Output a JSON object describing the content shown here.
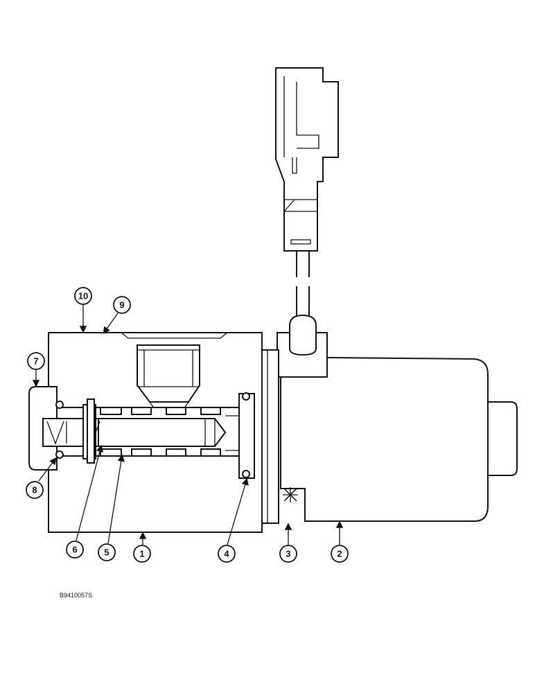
{
  "figure_id": "B9410057S",
  "callouts": [
    {
      "id": "callout-1",
      "label": "1"
    },
    {
      "id": "callout-2",
      "label": "2"
    },
    {
      "id": "callout-3",
      "label": "3"
    },
    {
      "id": "callout-4",
      "label": "4"
    },
    {
      "id": "callout-5",
      "label": "5"
    },
    {
      "id": "callout-6",
      "label": "6"
    },
    {
      "id": "callout-7",
      "label": "7"
    },
    {
      "id": "callout-8",
      "label": "8"
    },
    {
      "id": "callout-9",
      "label": "9"
    },
    {
      "id": "callout-10",
      "label": "10"
    }
  ]
}
